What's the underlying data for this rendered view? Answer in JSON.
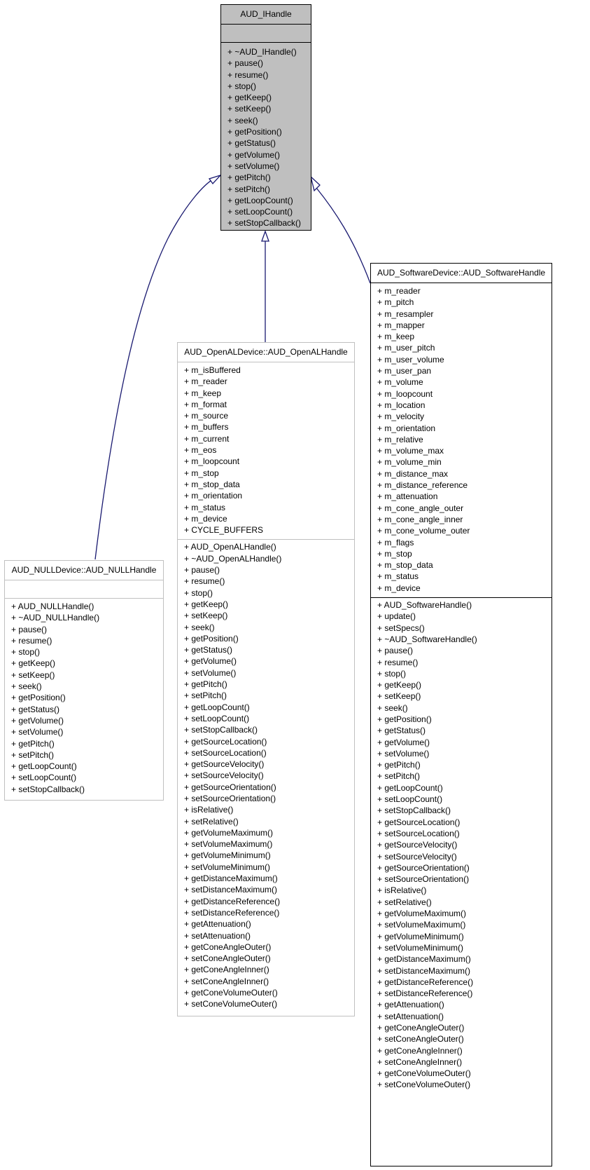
{
  "diagram": {
    "type": "UML class inheritance diagram",
    "edge_color": "#191970",
    "base_class": {
      "name": "AUD_IHandle",
      "fill": "#bfbfbf",
      "attributes": [],
      "methods": [
        "+ ~AUD_IHandle()",
        "+ pause()",
        "+ resume()",
        "+ stop()",
        "+ getKeep()",
        "+ setKeep()",
        "+ seek()",
        "+ getPosition()",
        "+ getStatus()",
        "+ getVolume()",
        "+ setVolume()",
        "+ getPitch()",
        "+ setPitch()",
        "+ getLoopCount()",
        "+ setLoopCount()",
        "+ setStopCallback()"
      ]
    },
    "derived_classes": [
      {
        "name": "AUD_NULLDevice::AUD_NULLHandle",
        "attributes": [],
        "methods": [
          "+ AUD_NULLHandle()",
          "+ ~AUD_NULLHandle()",
          "+ pause()",
          "+ resume()",
          "+ stop()",
          "+ getKeep()",
          "+ setKeep()",
          "+ seek()",
          "+ getPosition()",
          "+ getStatus()",
          "+ getVolume()",
          "+ setVolume()",
          "+ getPitch()",
          "+ setPitch()",
          "+ getLoopCount()",
          "+ setLoopCount()",
          "+ setStopCallback()"
        ]
      },
      {
        "name": "AUD_OpenALDevice::AUD_OpenALHandle",
        "attributes": [
          "+ m_isBuffered",
          "+ m_reader",
          "+ m_keep",
          "+ m_format",
          "+ m_source",
          "+ m_buffers",
          "+ m_current",
          "+ m_eos",
          "+ m_loopcount",
          "+ m_stop",
          "+ m_stop_data",
          "+ m_orientation",
          "+ m_status",
          "+ m_device",
          "+ CYCLE_BUFFERS"
        ],
        "methods": [
          "+ AUD_OpenALHandle()",
          "+ ~AUD_OpenALHandle()",
          "+ pause()",
          "+ resume()",
          "+ stop()",
          "+ getKeep()",
          "+ setKeep()",
          "+ seek()",
          "+ getPosition()",
          "+ getStatus()",
          "+ getVolume()",
          "+ setVolume()",
          "+ getPitch()",
          "+ setPitch()",
          "+ getLoopCount()",
          "+ setLoopCount()",
          "+ setStopCallback()",
          "+ getSourceLocation()",
          "+ setSourceLocation()",
          "+ getSourceVelocity()",
          "+ setSourceVelocity()",
          "+ getSourceOrientation()",
          "+ setSourceOrientation()",
          "+ isRelative()",
          "+ setRelative()",
          "+ getVolumeMaximum()",
          "+ setVolumeMaximum()",
          "+ getVolumeMinimum()",
          "+ setVolumeMinimum()",
          "+ getDistanceMaximum()",
          "+ setDistanceMaximum()",
          "+ getDistanceReference()",
          "+ setDistanceReference()",
          "+ getAttenuation()",
          "+ setAttenuation()",
          "+ getConeAngleOuter()",
          "+ setConeAngleOuter()",
          "+ getConeAngleInner()",
          "+ setConeAngleInner()",
          "+ getConeVolumeOuter()",
          "+ setConeVolumeOuter()"
        ]
      },
      {
        "name": "AUD_SoftwareDevice::AUD_SoftwareHandle",
        "attributes": [
          "+ m_reader",
          "+ m_pitch",
          "+ m_resampler",
          "+ m_mapper",
          "+ m_keep",
          "+ m_user_pitch",
          "+ m_user_volume",
          "+ m_user_pan",
          "+ m_volume",
          "+ m_loopcount",
          "+ m_location",
          "+ m_velocity",
          "+ m_orientation",
          "+ m_relative",
          "+ m_volume_max",
          "+ m_volume_min",
          "+ m_distance_max",
          "+ m_distance_reference",
          "+ m_attenuation",
          "+ m_cone_angle_outer",
          "+ m_cone_angle_inner",
          "+ m_cone_volume_outer",
          "+ m_flags",
          "+ m_stop",
          "+ m_stop_data",
          "+ m_status",
          "+ m_device"
        ],
        "methods": [
          "+ AUD_SoftwareHandle()",
          "+ update()",
          "+ setSpecs()",
          "+ ~AUD_SoftwareHandle()",
          "+ pause()",
          "+ resume()",
          "+ stop()",
          "+ getKeep()",
          "+ setKeep()",
          "+ seek()",
          "+ getPosition()",
          "+ getStatus()",
          "+ getVolume()",
          "+ setVolume()",
          "+ getPitch()",
          "+ setPitch()",
          "+ getLoopCount()",
          "+ setLoopCount()",
          "+ setStopCallback()",
          "+ getSourceLocation()",
          "+ setSourceLocation()",
          "+ getSourceVelocity()",
          "+ setSourceVelocity()",
          "+ getSourceOrientation()",
          "+ setSourceOrientation()",
          "+ isRelative()",
          "+ setRelative()",
          "+ getVolumeMaximum()",
          "+ setVolumeMaximum()",
          "+ getVolumeMinimum()",
          "+ setVolumeMinimum()",
          "+ getDistanceMaximum()",
          "+ setDistanceMaximum()",
          "+ getDistanceReference()",
          "+ setDistanceReference()",
          "+ getAttenuation()",
          "+ setAttenuation()",
          "+ getConeAngleOuter()",
          "+ setConeAngleOuter()",
          "+ getConeAngleInner()",
          "+ setConeAngleInner()",
          "+ getConeVolumeOuter()",
          "+ setConeVolumeOuter()"
        ]
      }
    ]
  }
}
